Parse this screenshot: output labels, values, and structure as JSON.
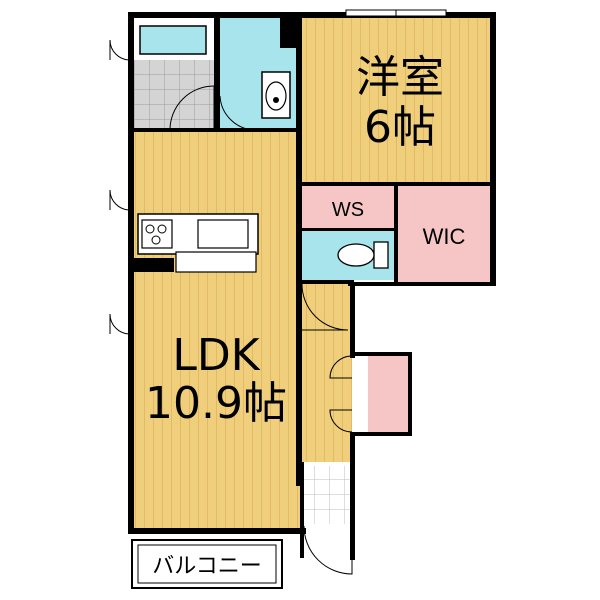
{
  "rooms": {
    "western": {
      "line1": "洋室",
      "line2": "6帖"
    },
    "ldk": {
      "line1": "LDK",
      "line2": "10.9帖"
    },
    "ws": "WS",
    "wic": "WIC",
    "balcony": "バルコニー"
  },
  "colors": {
    "wood": "#f0cf7c",
    "wood_stripe": "#e3b963",
    "tile": "#c8c8c8",
    "wet": "#a8e4ec",
    "storage": "#f6c6c6",
    "wall": "#000000"
  }
}
